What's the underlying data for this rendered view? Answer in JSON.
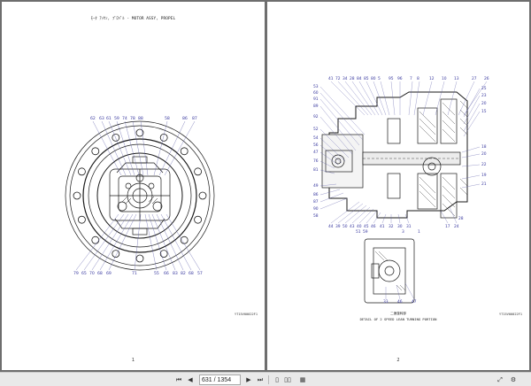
{
  "viewer": {
    "pages": [
      {
        "title": "ﾓｰﾀ ｱｯｾﾝ, ﾌﾟﾛﾍﾟﾙ - MOTOR ASSY, PROPEL",
        "number": "1",
        "figure_code": "YT15V00022F1",
        "callouts_top": [
          "62",
          "63",
          "61",
          "59",
          "74",
          "78",
          "88",
          "58",
          "86",
          "87"
        ],
        "callouts_bottom": [
          "79",
          "65",
          "70",
          "68",
          "69",
          "71",
          "55",
          "66",
          "83",
          "82",
          "68",
          "57"
        ]
      },
      {
        "number": "2",
        "figure_code": "YT15V00022F1",
        "detail_caption_cn": "二速旋转部",
        "detail_caption_en": "DETAIL OF 2 SPEED LEAN TURNING PORTION",
        "callouts_top": [
          "41",
          "72",
          "34",
          "28",
          "84",
          "85",
          "80",
          "5",
          "95",
          "96",
          "7",
          "8",
          "12",
          "10",
          "13",
          "27",
          "26"
        ],
        "callouts_left": [
          "53",
          "60",
          "91",
          "89",
          "92",
          "52",
          "54",
          "56",
          "47",
          "76",
          "81",
          "49",
          "86",
          "87",
          "90",
          "58"
        ],
        "callouts_right": [
          "25",
          "23",
          "20",
          "15",
          "18",
          "20",
          "22",
          "19",
          "21"
        ],
        "callouts_bottom": [
          "44",
          "39",
          "50",
          "43",
          "40",
          "45",
          "46",
          "41",
          "32",
          "30",
          "31",
          "17",
          "24",
          "28"
        ],
        "callouts_lower": [
          "51",
          "59",
          "3",
          "1"
        ],
        "callouts_detail": [
          "33",
          "46",
          "47"
        ]
      }
    ]
  },
  "toolbar": {
    "page_input": "631 / 1354"
  }
}
